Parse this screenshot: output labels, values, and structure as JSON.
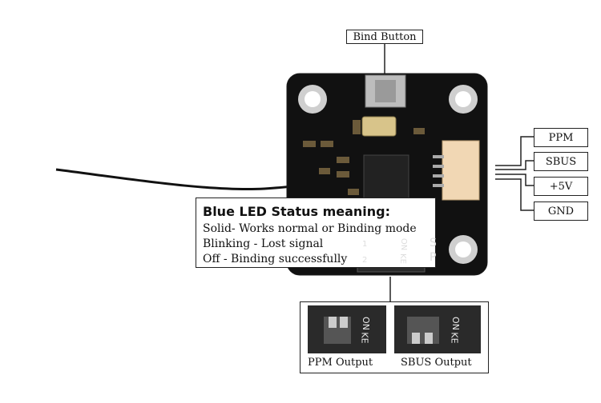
{
  "labels": {
    "bind_button": "Bind  Button",
    "ppm": "PPM",
    "sbus": "SBUS",
    "plus5v": "+5V",
    "gnd": "GND"
  },
  "status": {
    "title": "Blue LED Status meaning:",
    "lines": [
      "Solid- Works normal or Binding mode",
      "Blinking - Lost signal",
      "Off - Binding successfully"
    ]
  },
  "switch_panels": {
    "ppm_caption": "PPM Output",
    "sbus_caption": "SBUS Output"
  },
  "switch_text": {
    "on": "ON",
    "ke": "KE",
    "s": "S",
    "p": "P",
    "one": "1",
    "two": "2"
  }
}
